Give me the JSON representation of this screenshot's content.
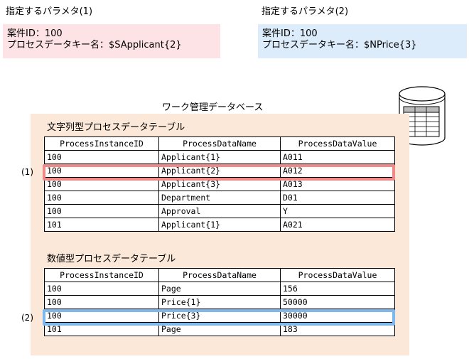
{
  "params": [
    {
      "title": "指定するパラメタ(1)",
      "line1": "案件ID：100",
      "line2": "プロセスデータキー名：$SApplicant{2}"
    },
    {
      "title": "指定するパラメタ(2)",
      "line1": "案件ID：100",
      "line2": "プロセスデータキー名：$NPrice{3}"
    }
  ],
  "database": {
    "title": "ワーク管理データベース",
    "icon": "database-icon"
  },
  "tables": [
    {
      "title": "文字列型プロセスデータテーブル",
      "headers": [
        "ProcessInstanceID",
        "ProcessDataName",
        "ProcessDataValue"
      ],
      "rows": [
        [
          "100",
          "Applicant{1}",
          "A011"
        ],
        [
          "100",
          "Applicant{2}",
          "A012"
        ],
        [
          "100",
          "Applicant{3}",
          "A013"
        ],
        [
          "100",
          "Department",
          "D01"
        ],
        [
          "100",
          "Approval",
          "Y"
        ],
        [
          "101",
          "Applicant{1}",
          "A021"
        ]
      ],
      "marker": "(1)",
      "highlight_color": "#f08a8a"
    },
    {
      "title": "数値型プロセスデータテーブル",
      "headers": [
        "ProcessInstanceID",
        "ProcessDataName",
        "ProcessDataValue"
      ],
      "rows": [
        [
          "100",
          "Page",
          "156"
        ],
        [
          "100",
          "Price{1}",
          "50000"
        ],
        [
          "100",
          "Price{3}",
          "30000"
        ],
        [
          "101",
          "Page",
          "183"
        ]
      ],
      "marker": "(2)",
      "highlight_color": "#7fb8ee"
    }
  ]
}
